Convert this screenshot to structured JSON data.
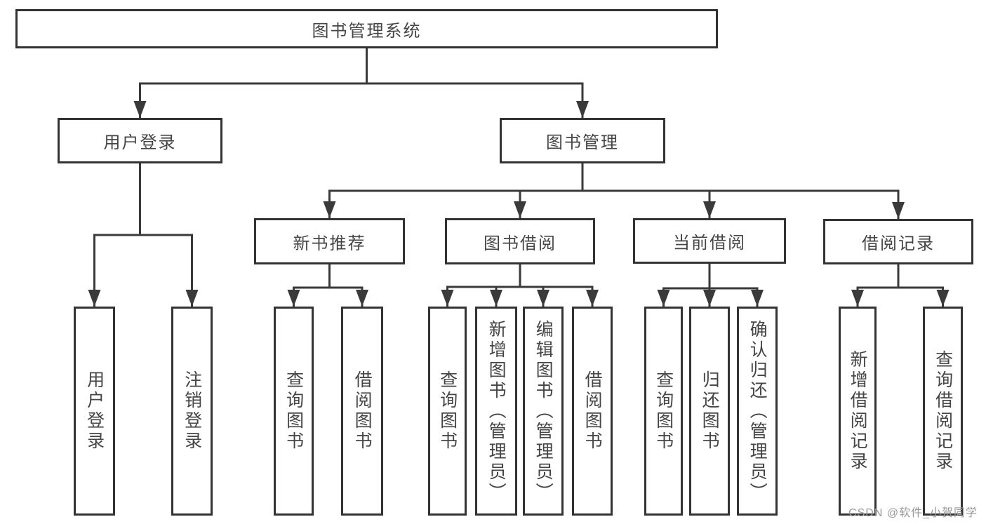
{
  "tree": {
    "label": "图书管理系统",
    "children": [
      {
        "label": "用户登录",
        "children": [
          {
            "label": "用户登录"
          },
          {
            "label": "注销登录"
          }
        ]
      },
      {
        "label": "图书管理",
        "children": [
          {
            "label": "新书推荐",
            "children": [
              {
                "label": "查询图书"
              },
              {
                "label": "借阅图书"
              }
            ]
          },
          {
            "label": "图书借阅",
            "children": [
              {
                "label": "查询图书"
              },
              {
                "label": "新增图书（管理员）"
              },
              {
                "label": "编辑图书（管理员）"
              },
              {
                "label": "借阅图书"
              }
            ]
          },
          {
            "label": "当前借阅",
            "children": [
              {
                "label": "查询图书"
              },
              {
                "label": "归还图书"
              },
              {
                "label": "确认归还（管理员）"
              }
            ]
          },
          {
            "label": "借阅记录",
            "children": [
              {
                "label": "新增借阅记录"
              },
              {
                "label": "查询借阅记录"
              }
            ]
          }
        ]
      }
    ]
  },
  "watermark": "CSDN @软件_小贺同学",
  "colors": {
    "line": "#3a3a3a",
    "box_border": "#333333",
    "box_fill": "#ffffff",
    "text": "#454545",
    "watermark": "#999999"
  }
}
